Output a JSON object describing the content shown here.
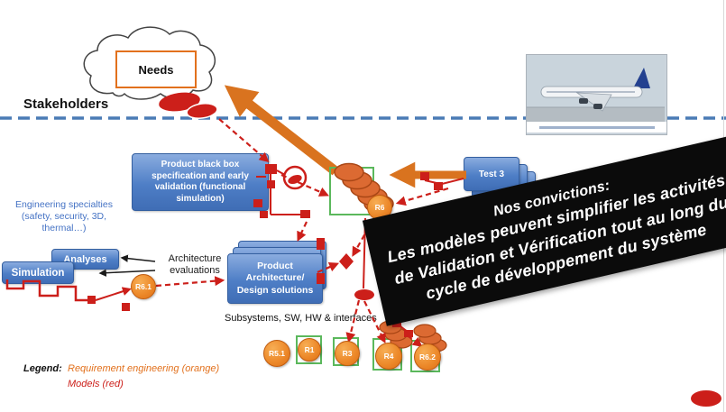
{
  "banner": {
    "line1": "Nos convictions:",
    "line2": "Les modèles peuvent simplifier les activités",
    "line3": "de Validation et Vérification tout au long du",
    "line4": "cycle de développement du système"
  },
  "diagram": {
    "needs": "Needs",
    "stakeholders": "Stakeholders",
    "black_box_spec": "Product black box specification and early validation (functional simulation)",
    "engineering_specialties": "Engineering specialties\n(safety, security, 3D,\nthermal…)",
    "analyses": "Analyses",
    "simulation": "Simulation",
    "architecture_evaluations": "Architecture evaluations",
    "product_architecture": "Product Architecture/ Design solutions",
    "test_box": "Test 3",
    "subsystems": "Subsystems, SW, HW & interfaces",
    "badges": {
      "r6": "R6",
      "r6_1": "R6.1",
      "r5_1": "R5.1",
      "r1": "R1",
      "r3": "R3",
      "r4": "R4",
      "r6_2": "R6.2"
    }
  },
  "legend": {
    "title": "Legend:",
    "requirement_engineering": "Requirement engineering (orange)",
    "models": "Models (red)"
  },
  "colors": {
    "requirement_orange": "#E2711D",
    "model_red": "#CC1F1A",
    "box_blue": "#4E7EC6",
    "lifeline_blue": "#4A7BB5",
    "container_green": "#5BB85C",
    "banner_black": "#0B0B0B"
  }
}
